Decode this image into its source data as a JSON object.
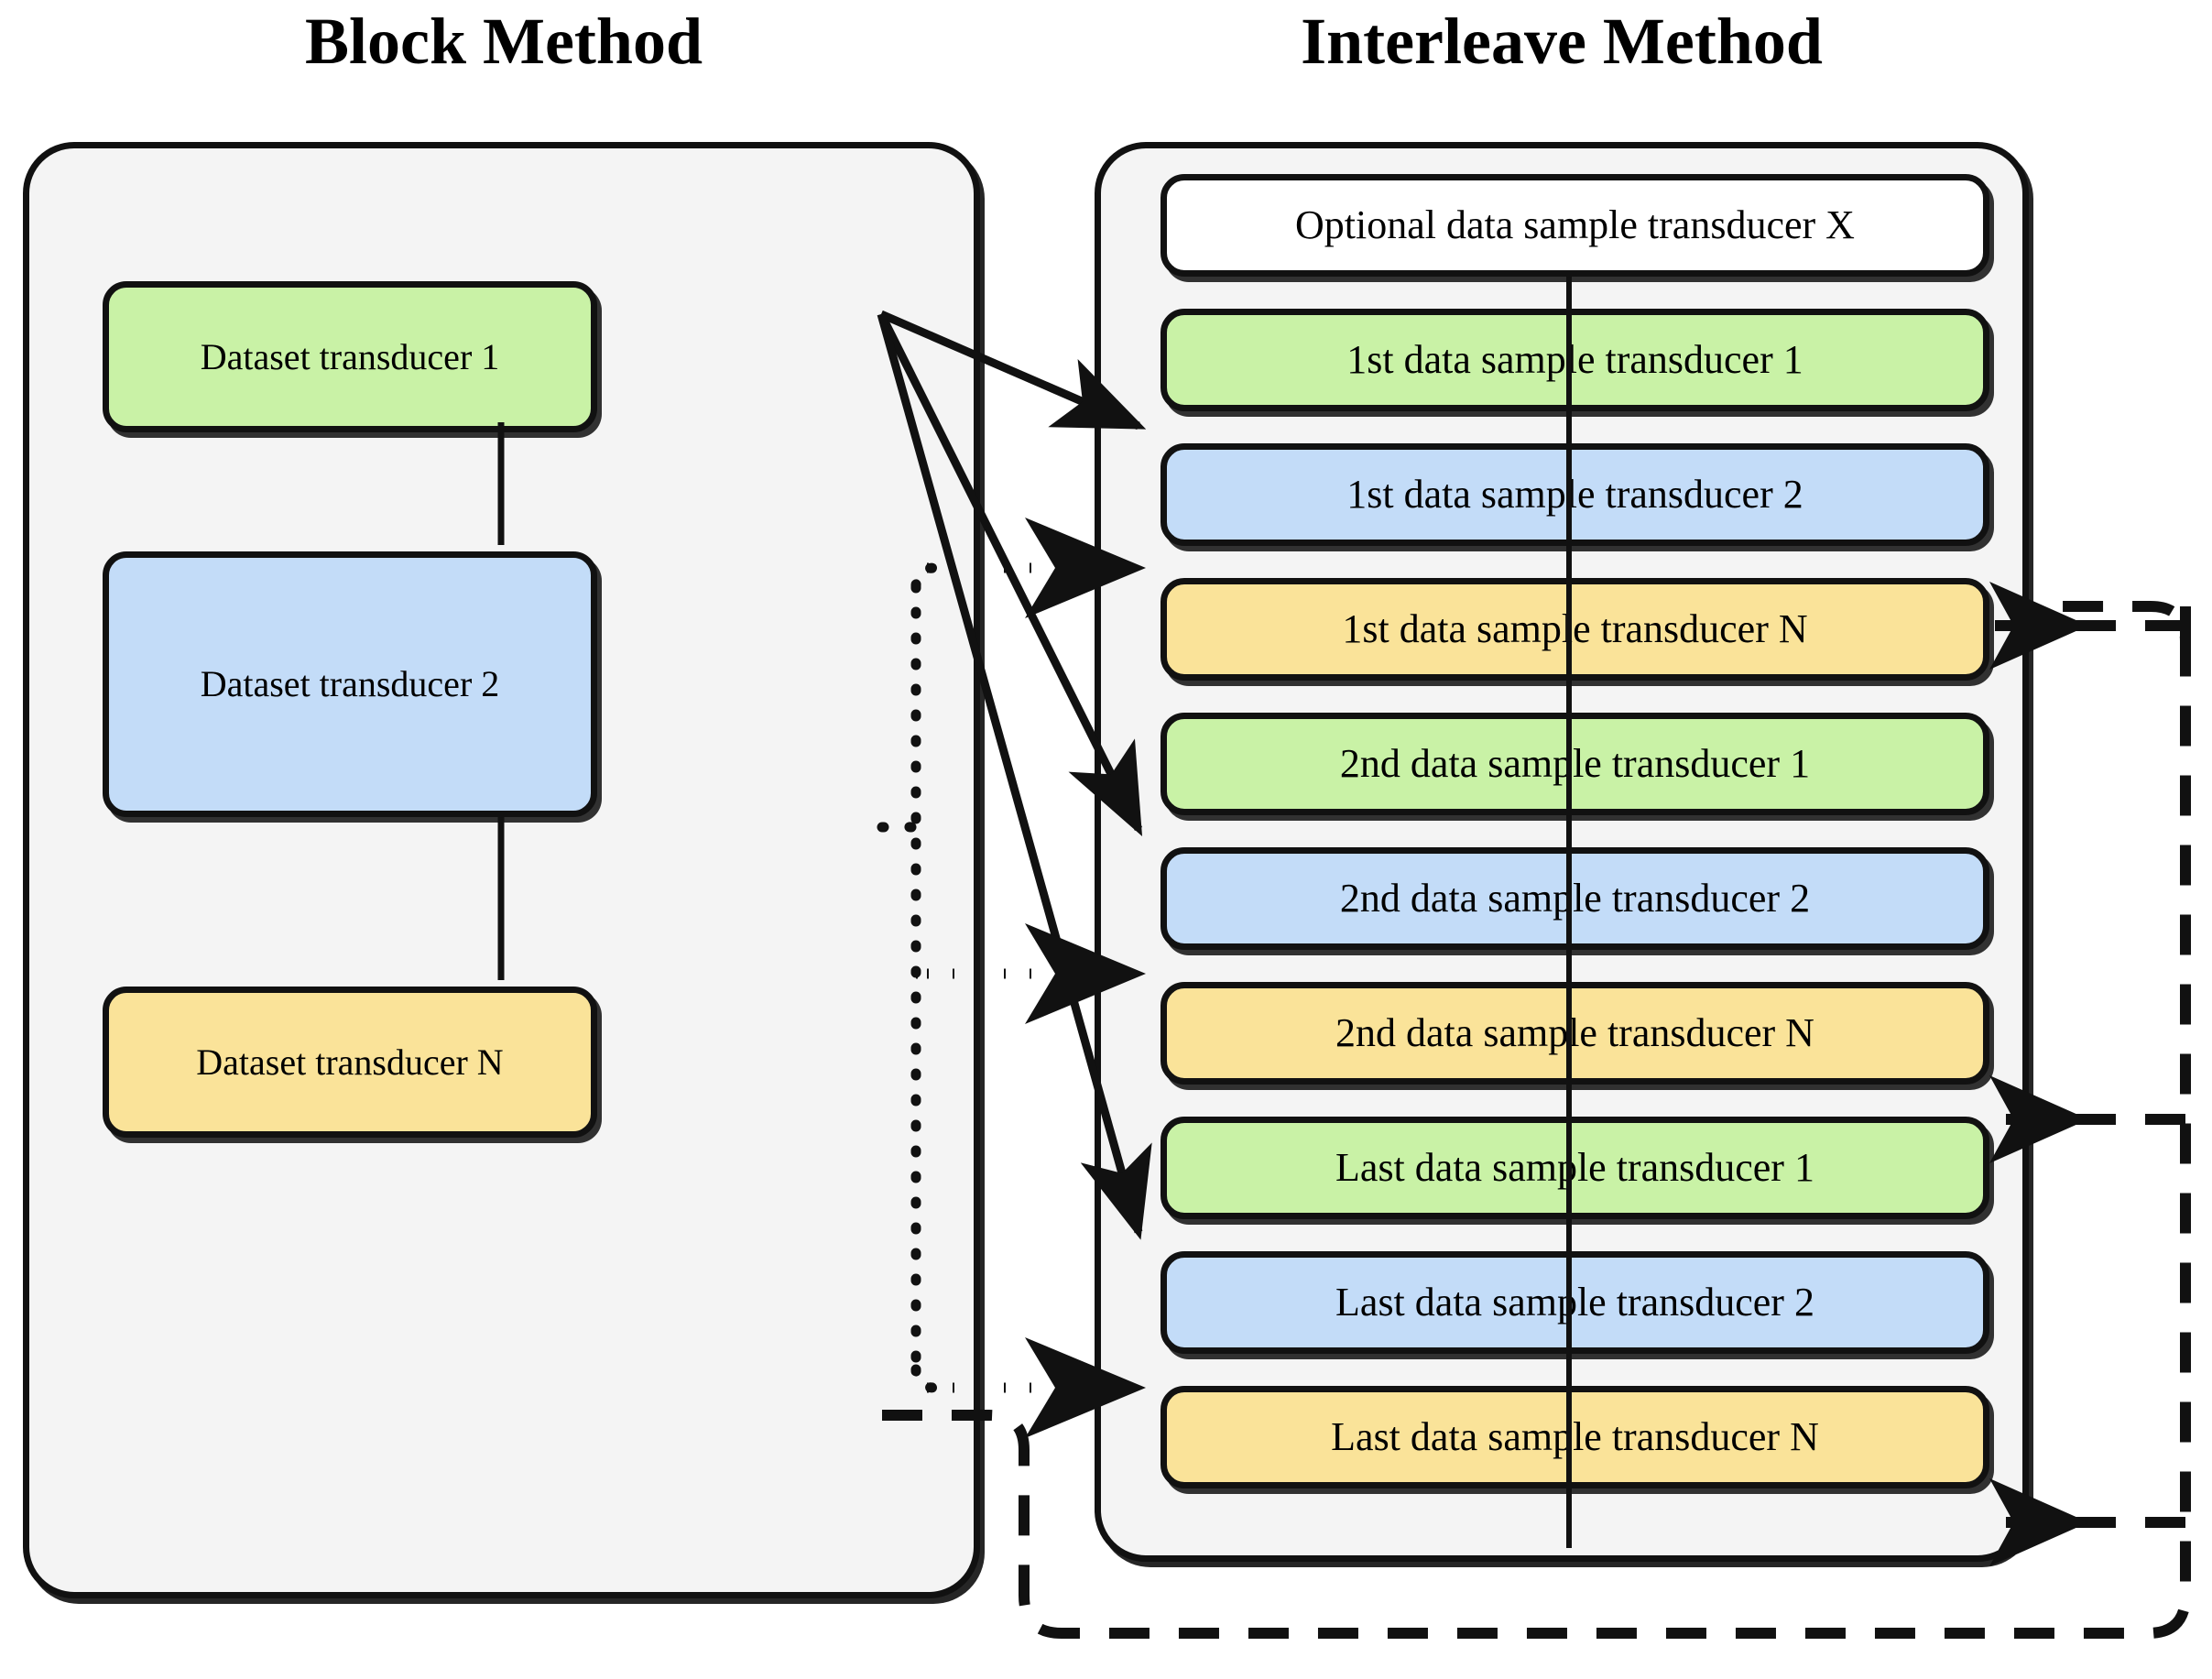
{
  "titles": {
    "left": "Block Method",
    "right": "Interleave Method"
  },
  "colors": {
    "green": "#c9f2a6",
    "blue": "#c3dcf8",
    "yellow": "#fae399",
    "white": "#ffffff",
    "panel_bg": "#f4f4f4",
    "stroke": "#111111",
    "page_bg": "#ffffff"
  },
  "block_method": {
    "nodes": [
      {
        "label": "Dataset transducer 1",
        "color": "green"
      },
      {
        "label": "Dataset transducer 2",
        "color": "blue"
      },
      {
        "label": "Dataset transducer N",
        "color": "yellow"
      }
    ]
  },
  "interleave_method": {
    "nodes": [
      {
        "label": "Optional data sample transducer X",
        "color": "white"
      },
      {
        "label": "1st data sample transducer 1",
        "color": "green"
      },
      {
        "label": "1st data sample transducer 2",
        "color": "blue"
      },
      {
        "label": "1st data sample transducer N",
        "color": "yellow"
      },
      {
        "label": "2nd data sample transducer 1",
        "color": "green"
      },
      {
        "label": "2nd data sample transducer 2",
        "color": "blue"
      },
      {
        "label": "2nd data sample transducer N",
        "color": "yellow"
      },
      {
        "label": "Last data sample transducer 1",
        "color": "green"
      },
      {
        "label": "Last data sample transducer 2",
        "color": "blue"
      },
      {
        "label": "Last data sample transducer N",
        "color": "yellow"
      }
    ]
  },
  "connectors": {
    "solid_from": "Dataset transducer 1",
    "solid_to": [
      "1st data sample transducer 1",
      "2nd data sample transducer 1",
      "Last data sample transducer 1"
    ],
    "dotted_from": "Dataset transducer 2",
    "dotted_to": [
      "1st data sample transducer 2",
      "2nd data sample transducer 2",
      "Last data sample transducer 2"
    ],
    "dashed_from": "Dataset transducer N",
    "dashed_to": [
      "1st data sample transducer N",
      "2nd data sample transducer N",
      "Last data sample transducer N"
    ]
  }
}
